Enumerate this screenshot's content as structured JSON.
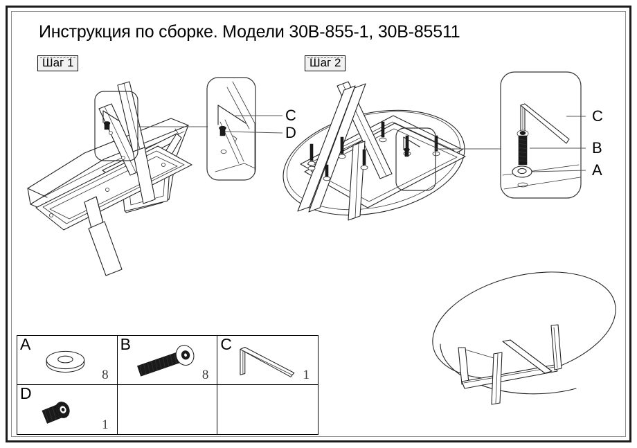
{
  "document": {
    "title": "Инструкция по сборке. Модели 30В-855-1, 30В-85511",
    "type": "assembly-instruction-sheet"
  },
  "steps": [
    {
      "id": "step1",
      "label": "Шаг 1"
    },
    {
      "id": "step2",
      "label": "Шаг 2"
    }
  ],
  "callouts": {
    "left_detail": {
      "name": "step1-detail-magnifier",
      "labels": [
        {
          "key": "C",
          "text": "C",
          "part": "hex-key"
        },
        {
          "key": "D",
          "text": "D",
          "part": "short-screw"
        }
      ]
    },
    "right_detail": {
      "name": "step2-detail-magnifier",
      "labels": [
        {
          "key": "C",
          "text": "C",
          "part": "hex-key"
        },
        {
          "key": "B",
          "text": "B",
          "part": "bolt"
        },
        {
          "key": "A",
          "text": "A",
          "part": "washer"
        }
      ]
    }
  },
  "parts_table": {
    "columns": 3,
    "rows": 2,
    "parts": [
      {
        "letter": "A",
        "quantity": "8",
        "icon": "washer-icon",
        "description": "washer"
      },
      {
        "letter": "B",
        "quantity": "8",
        "icon": "bolt-icon",
        "description": "socket head bolt"
      },
      {
        "letter": "C",
        "quantity": "1",
        "icon": "hex-key-icon",
        "description": "hex allen key"
      },
      {
        "letter": "D",
        "quantity": "1",
        "icon": "screw-icon",
        "description": "flat head screw"
      },
      {
        "letter": "",
        "quantity": "",
        "icon": "",
        "description": ""
      },
      {
        "letter": "",
        "quantity": "",
        "icon": "",
        "description": ""
      }
    ]
  },
  "illustrations": [
    {
      "name": "step1-frame-assembly",
      "description": "two rectangular frame legs crossed and joined"
    },
    {
      "name": "step2-tabletop-attachment",
      "description": "crossed leg frame bolted to oval tabletop underside"
    },
    {
      "name": "finished-table",
      "description": "assembled oval coffee table with crossed leg base"
    }
  ],
  "colors": {
    "line": "#222222",
    "border": "#1a1a1a",
    "inner_border": "#8c8c8c",
    "label_bg": "#f2f2f2",
    "metal_dark": "#1a1a1a"
  }
}
